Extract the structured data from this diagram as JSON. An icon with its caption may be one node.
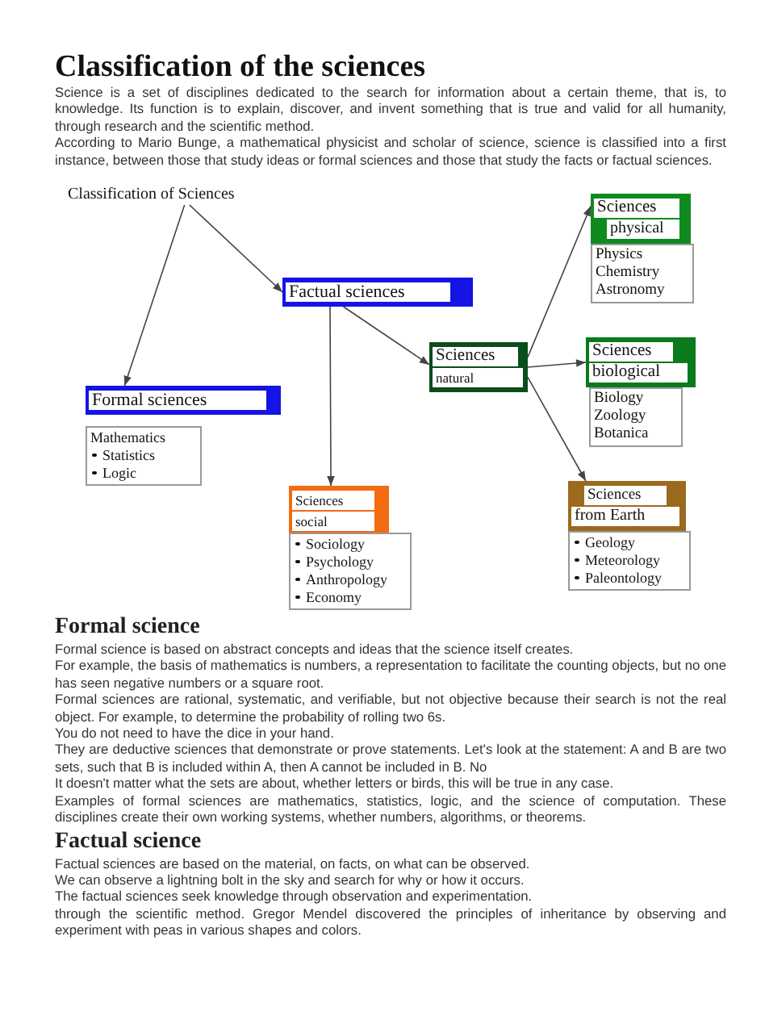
{
  "diagram": {
    "title": "Classification of the sciences",
    "nodes": [
      {
        "text": [
          "Classification of Sciences"
        ]
      },
      {
        "text": [
          "Sciences",
          "physical"
        ]
      },
      {
        "text": [
          "Physics",
          "Chemistry",
          "Astronomy"
        ]
      },
      {
        "text": [
          "Factual sciences"
        ]
      },
      {
        "text": [
          "Sciences",
          "natural"
        ]
      },
      {
        "text": [
          "Sciences",
          "biological"
        ]
      },
      {
        "text": [
          "Biology",
          "Zoology",
          "Botanica"
        ]
      },
      {
        "text": [
          "Formal sciences"
        ]
      },
      {
        "text": [
          "Mathematics",
          "Statistics",
          "Logic"
        ]
      },
      {
        "text": [
          "Sciences",
          "social"
        ]
      },
      {
        "text": [
          "Sociology",
          "Psychology",
          "Anthropology",
          "Economy"
        ]
      },
      {
        "text": [
          "Sciences",
          "from Earth"
        ]
      },
      {
        "text": [
          "Geology",
          "Meteorology",
          "Paleontology"
        ]
      }
    ],
    "edges": [
      {
        "from": 0,
        "to": 3,
        "arrow": "to"
      },
      {
        "from": 0,
        "to": 7,
        "arrow": "to"
      },
      {
        "from": 3,
        "to": 9,
        "arrow": "to"
      },
      {
        "from": 3,
        "to": 4,
        "arrow": "to"
      },
      {
        "from": 4,
        "to": 1,
        "arrow": "to"
      },
      {
        "from": 4,
        "to": 5,
        "arrow": "to"
      },
      {
        "from": 4,
        "to": 11,
        "arrow": "to"
      }
    ],
    "labels": [
      "Science is a set of disciplines dedicated to the search for information about a certain theme, that is, to knowledge. Its function is to explain, discover, and invent something that is true and valid for all humanity, through research and the scientific method.",
      "According to Mario Bunge, a mathematical physicist and scholar of science, science is classified into a first instance, between those that study ideas or formal sciences and those that study the facts or factual sciences.",
      "Formal science",
      "Formal science is based on abstract concepts and ideas that the science itself creates.",
      "For example, the basis of mathematics is numbers, a representation to facilitate the counting objects, but no one has seen negative numbers or a square root.",
      "Formal sciences are rational, systematic, and verifiable, but not objective because their search is not the real object. For example, to determine the probability of rolling two 6s.",
      "You do not need to have the dice in your hand.",
      "They are deductive sciences that demonstrate or prove statements. Let's look at the statement: A and B are two sets, such that B is included within A, then A cannot be included in B. No",
      "It doesn't matter what the sets are about, whether letters or birds, this will be true in any case.",
      "Examples of formal sciences are mathematics, statistics, logic, and the science of computation. These disciplines create their own working systems, whether numbers, algorithms, or theorems.",
      "Factual science",
      "Factual sciences are based on the material, on facts, on what can be observed.",
      "We can observe a lightning bolt in the sky and search for why or how it occurs.",
      "The factual sciences seek knowledge through observation and experimentation.",
      "through the scientific method. Gregor Mendel discovered the principles of inheritance by observing and experiment with peas in various shapes and colors."
    ]
  }
}
